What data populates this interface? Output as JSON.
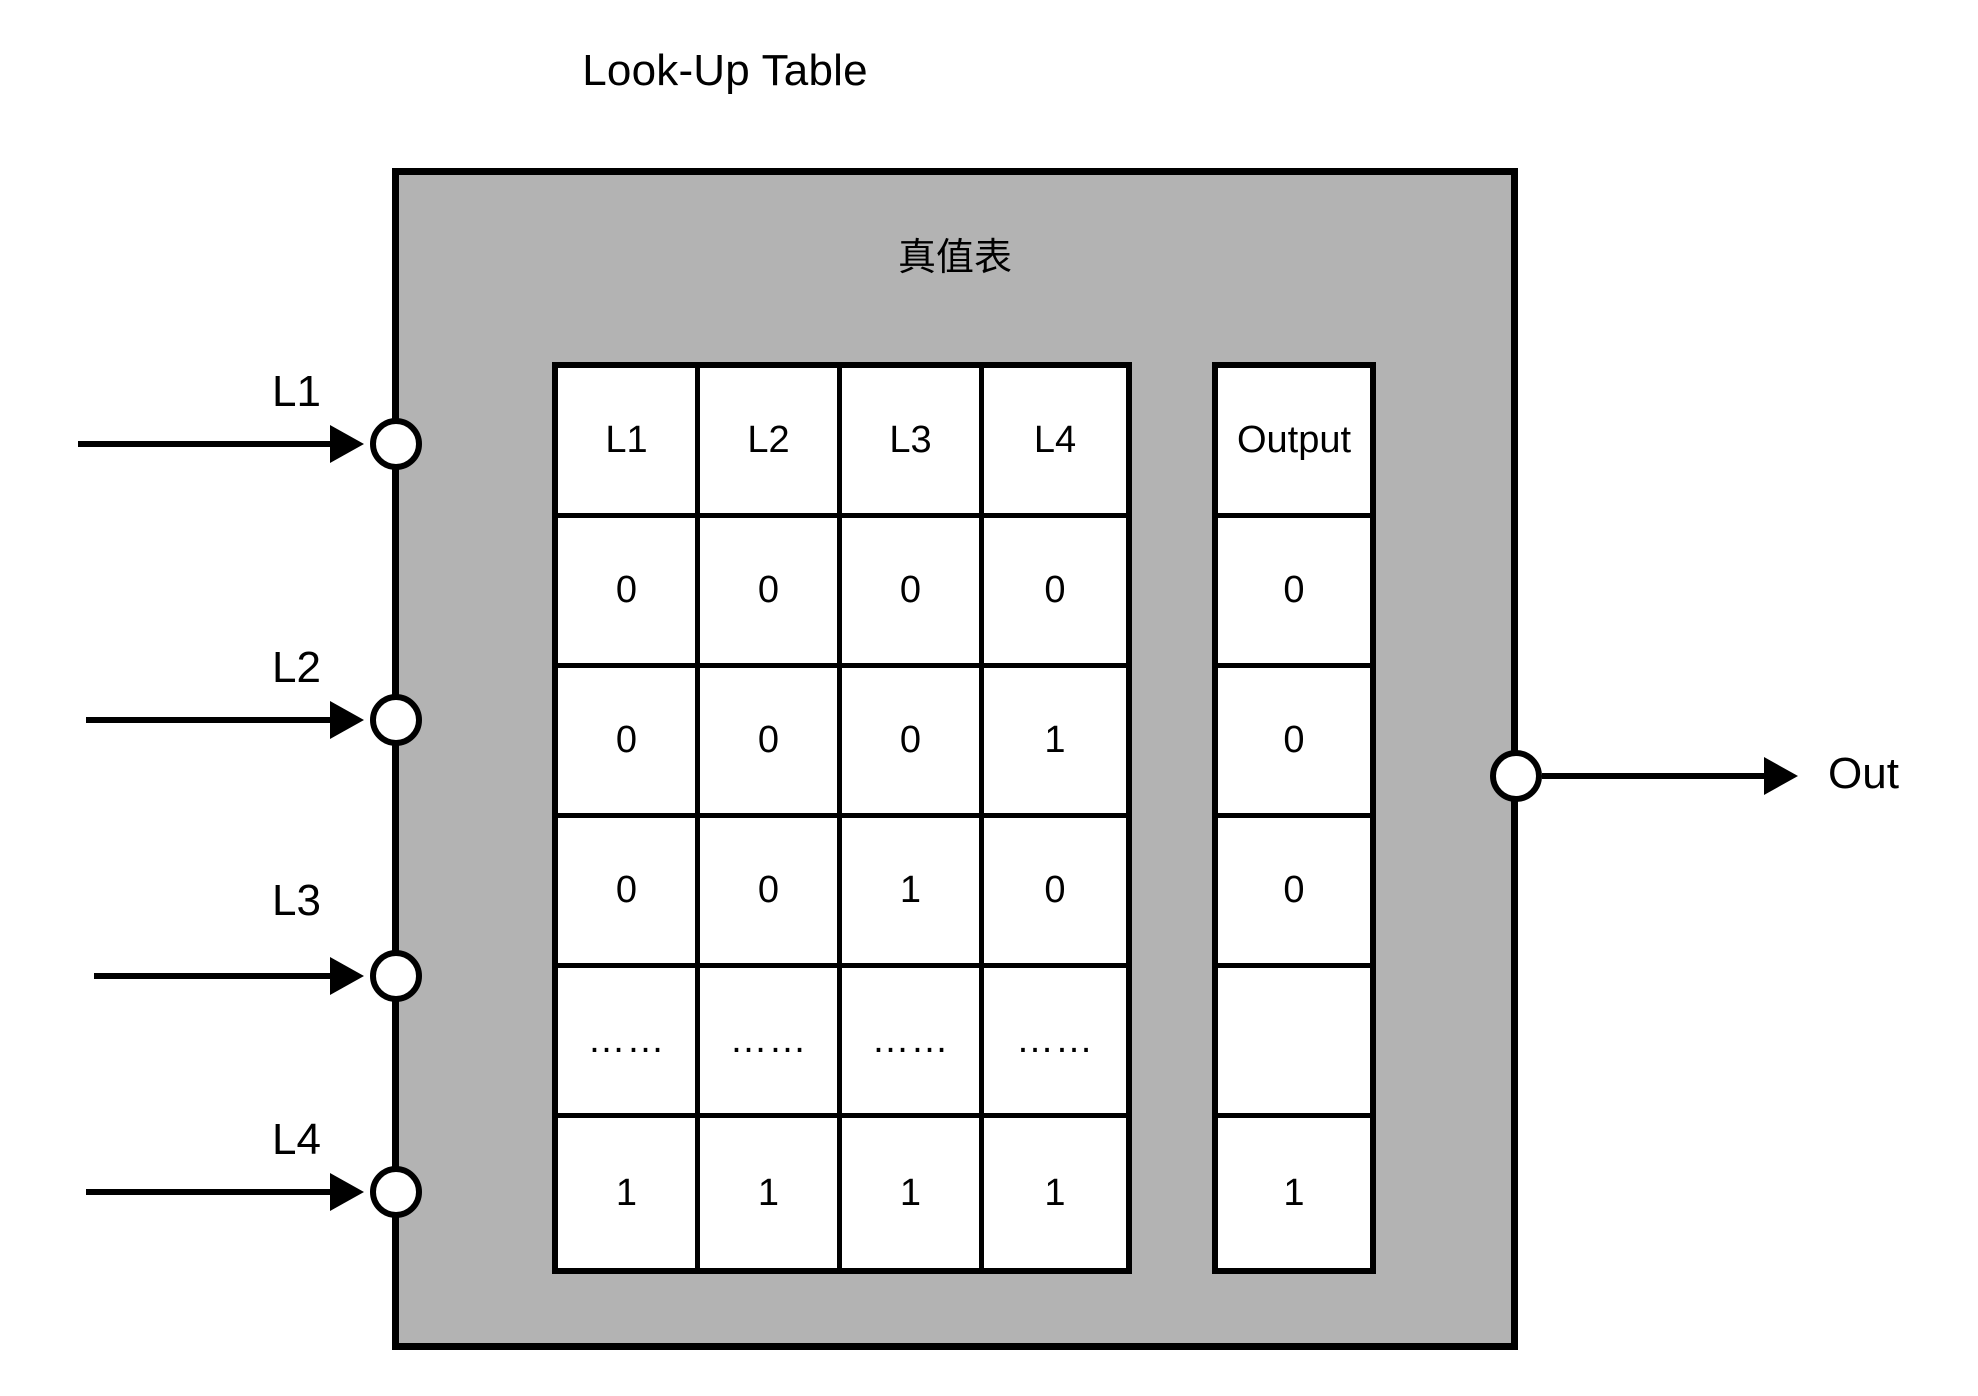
{
  "title": "Look-Up Table",
  "block": {
    "subtitle": "真值表",
    "fill_color": "#b3b3b3",
    "border_color": "#000000"
  },
  "inputs": [
    {
      "label": "L1"
    },
    {
      "label": "L2"
    },
    {
      "label": "L3"
    },
    {
      "label": "L4"
    }
  ],
  "outputs": [
    {
      "label": "Out"
    }
  ],
  "chart_data": {
    "type": "table",
    "title": "真值表",
    "columns": [
      "L1",
      "L2",
      "L3",
      "L4"
    ],
    "output_column": "Output",
    "rows": [
      {
        "inputs": [
          "0",
          "0",
          "0",
          "0"
        ],
        "output": "0"
      },
      {
        "inputs": [
          "0",
          "0",
          "0",
          "1"
        ],
        "output": "0"
      },
      {
        "inputs": [
          "0",
          "0",
          "1",
          "0"
        ],
        "output": "0"
      },
      {
        "inputs": [
          "……",
          "……",
          "……",
          "……"
        ],
        "output": ""
      },
      {
        "inputs": [
          "1",
          "1",
          "1",
          "1"
        ],
        "output": "1"
      }
    ]
  }
}
